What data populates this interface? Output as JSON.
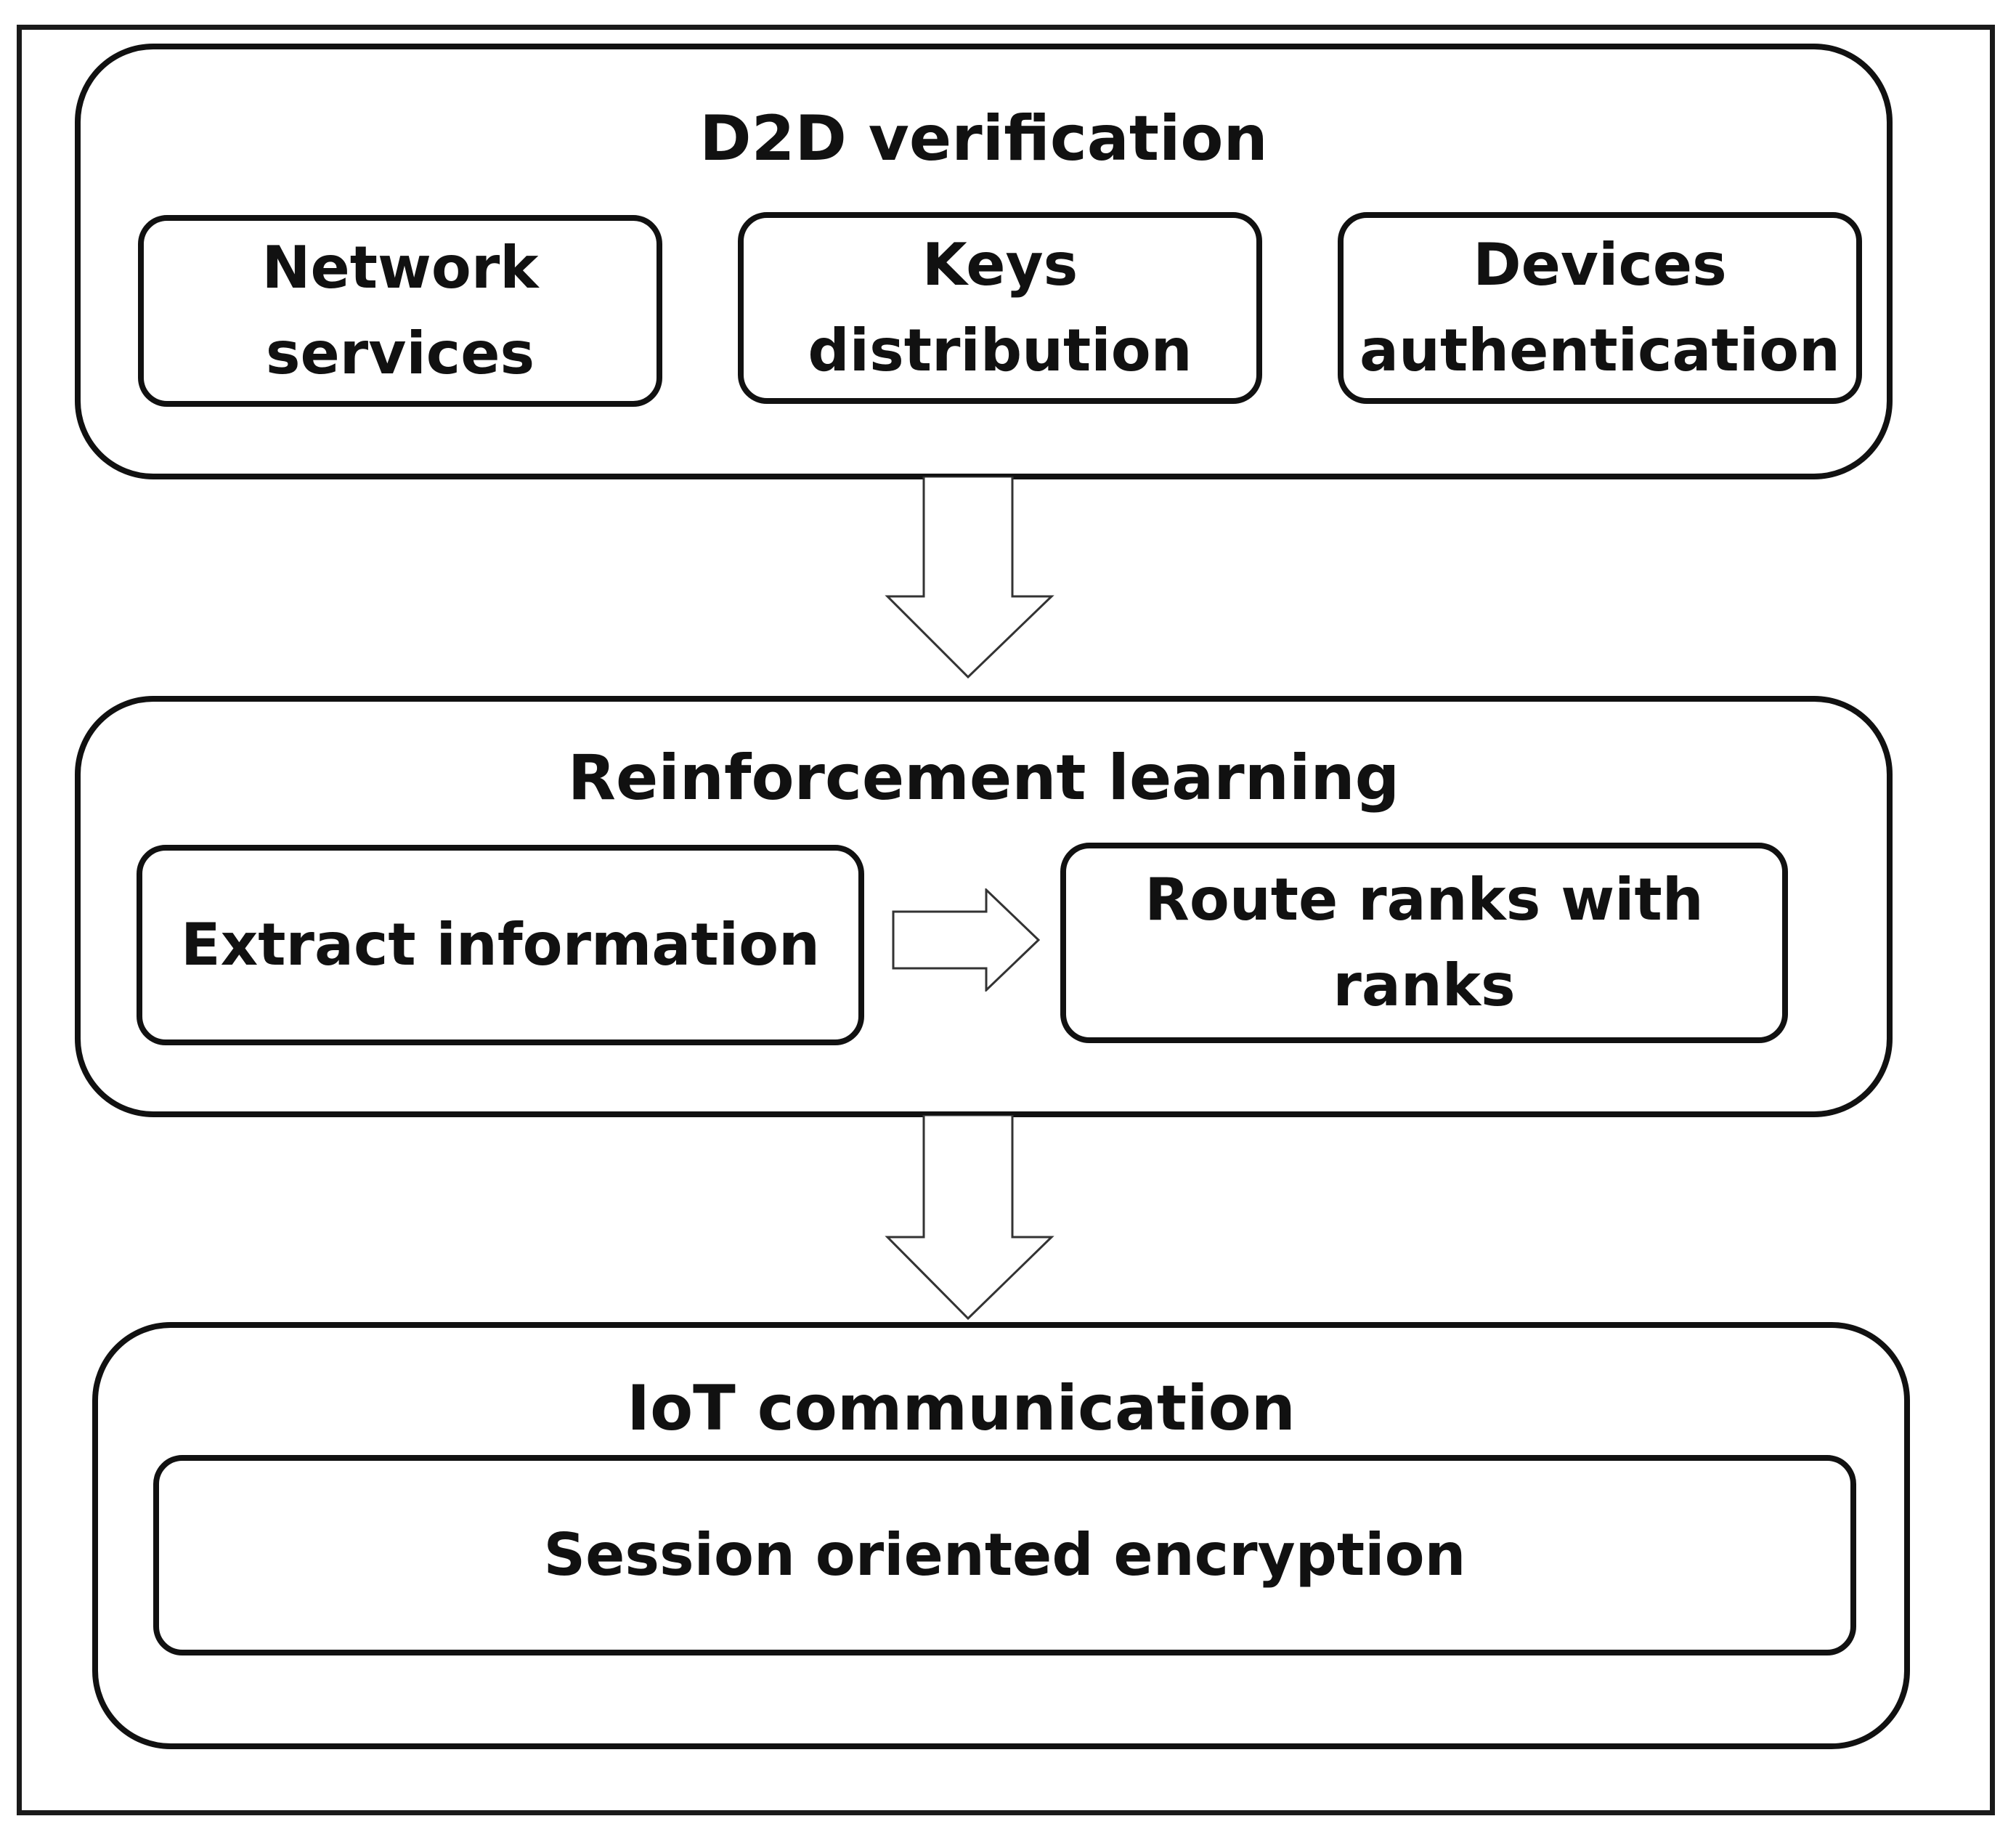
{
  "diagram": {
    "stages": [
      {
        "title": "D2D verification",
        "components": [
          {
            "label": "Network\nservices"
          },
          {
            "label": "Keys\ndistribution"
          },
          {
            "label": "Devices\nauthentication"
          }
        ]
      },
      {
        "title": "Reinforcement learning",
        "components": [
          {
            "label": "Extract information"
          },
          {
            "label": "Route ranks with\nranks"
          }
        ]
      },
      {
        "title": "IoT communication",
        "components": [
          {
            "label": "Session oriented encryption"
          }
        ]
      }
    ],
    "flow": [
      {
        "from": "D2D verification",
        "to": "Reinforcement learning"
      },
      {
        "from": "Extract information",
        "to": "Route ranks with\nranks"
      },
      {
        "from": "Reinforcement learning",
        "to": "IoT communication"
      }
    ]
  }
}
